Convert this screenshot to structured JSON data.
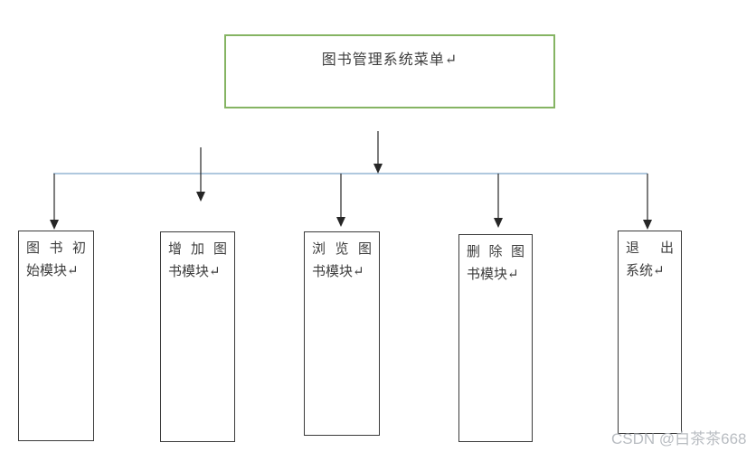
{
  "diagram": {
    "root": {
      "label": "图书管理系统菜单↵"
    },
    "children": [
      {
        "name": "book-init-module",
        "line1": "图 书 初",
        "line2": "始模块↵"
      },
      {
        "name": "add-book-module",
        "line1": "增 加 图",
        "line2": "书模块↵"
      },
      {
        "name": "browse-book-module",
        "line1": "浏 览 图",
        "line2": "书模块↵"
      },
      {
        "name": "delete-book-module",
        "line1": "删 除 图",
        "line2": "书模块↵"
      },
      {
        "name": "exit-system",
        "line1": "退 出",
        "line2": "系统↵"
      }
    ]
  },
  "watermark": {
    "text": "CSDN @白茶茶668"
  },
  "colors": {
    "green-border": "#85b463",
    "blue-line": "#7fa6c9",
    "arrow": "#262626",
    "box-border": "#3a3a3a",
    "text": "#3d3d3d",
    "watermark": "#b9bdc2",
    "bg": "#ffffff"
  }
}
